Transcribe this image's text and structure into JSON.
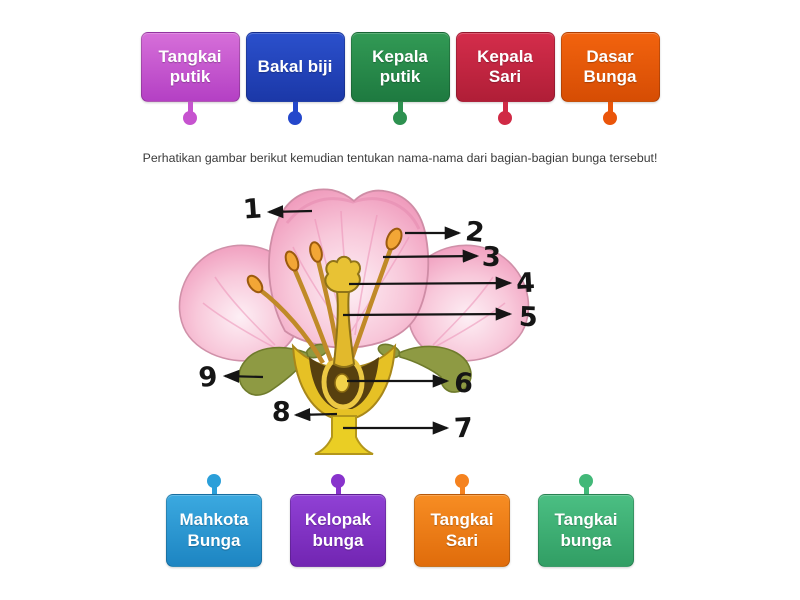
{
  "instruction": "Perhatikan gambar berikut kemudian tentukan nama-nama dari bagian-bagian bunga tersebut!",
  "labels": {
    "top": [
      {
        "text": "Tangkai putik",
        "color_top": "#d66fd9",
        "color_bottom": "#b440c4",
        "pin": "#c653cf"
      },
      {
        "text": "Bakal biji",
        "color_top": "#2b50cc",
        "color_bottom": "#1b38a8",
        "pin": "#2447cb"
      },
      {
        "text": "Kepala putik",
        "color_top": "#329a55",
        "color_bottom": "#1e7a40",
        "pin": "#2d9150"
      },
      {
        "text": "Kepala Sari",
        "color_top": "#d42d4b",
        "color_bottom": "#b01e37",
        "pin": "#d02a45"
      },
      {
        "text": "Dasar Bunga",
        "color_top": "#f2630e",
        "color_bottom": "#d64d04",
        "pin": "#ea550a"
      }
    ],
    "bottom": [
      {
        "text": "Mahkota Bunga",
        "color_top": "#3ba9e0",
        "color_bottom": "#1d85c2",
        "pin": "#2b9fd9"
      },
      {
        "text": "Kelopak bunga",
        "color_top": "#9041d5",
        "color_bottom": "#7225b2",
        "pin": "#8833cc"
      },
      {
        "text": "Tangkai Sari",
        "color_top": "#f78d23",
        "color_bottom": "#e06c0b",
        "pin": "#f5821f"
      },
      {
        "text": "Tangkai bunga",
        "color_top": "#4bbf83",
        "color_bottom": "#319e64",
        "pin": "#42b878"
      }
    ]
  },
  "diagram": {
    "numbers": {
      "n1": "1",
      "n2": "2",
      "n3": "3",
      "n4": "4",
      "n5": "5",
      "n6": "6",
      "n7": "7",
      "n8": "8",
      "n9": "9"
    }
  }
}
